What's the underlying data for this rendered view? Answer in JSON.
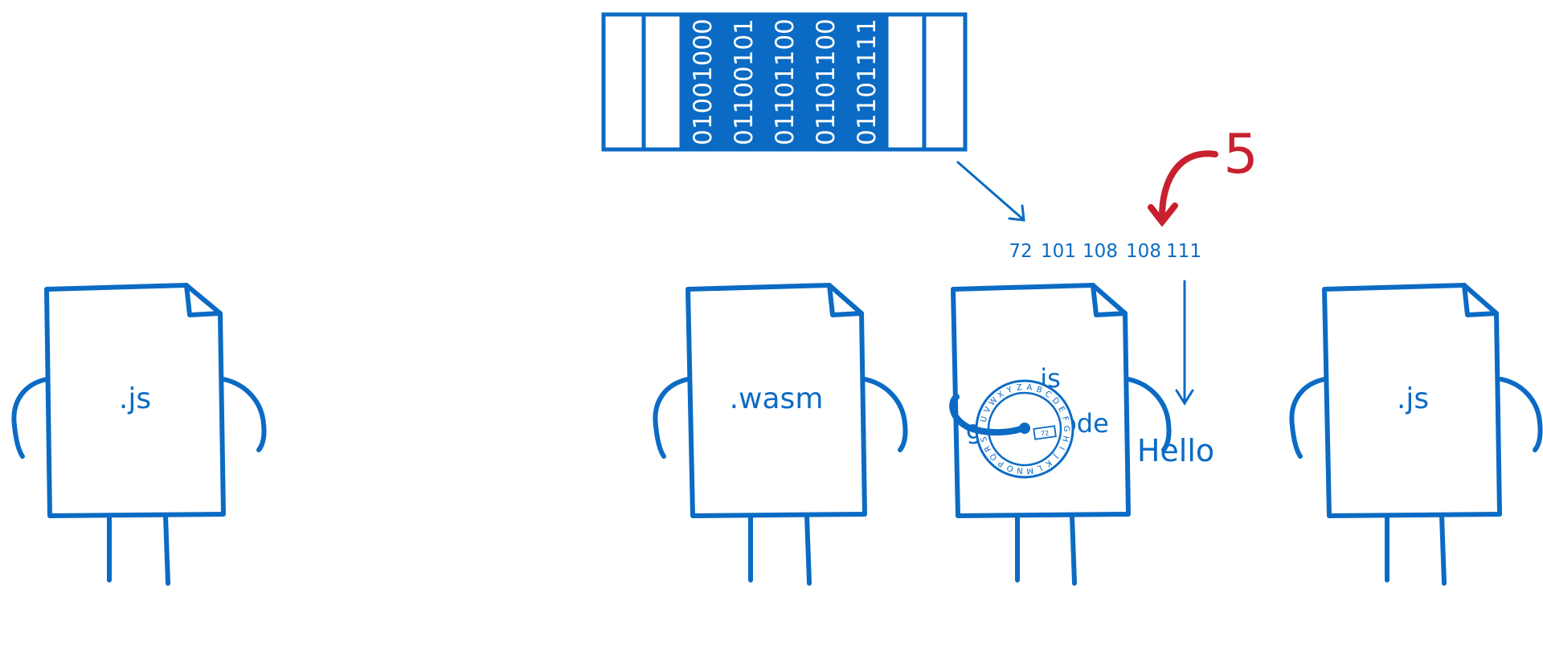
{
  "colors": {
    "ink": "#0b6bc4",
    "memory_fill": "#0b6bc4",
    "accent_red": "#c8202f",
    "background": "#ffffff"
  },
  "memory": {
    "bytes": [
      "01001000",
      "01100101",
      "01101100",
      "01101100",
      "01101111"
    ]
  },
  "decoded_numbers": [
    "72",
    "101",
    "108",
    "108",
    "111"
  ],
  "pointer_label": "5",
  "result_text": "Hello",
  "decoder": {
    "label_top": "js",
    "label_bottom_partial": "ode",
    "label_left_partial": "g",
    "wheel_letters": [
      "X",
      "Y",
      "Z",
      "A",
      "B",
      "C",
      "D",
      "E",
      "F",
      "G",
      "H",
      "I",
      "J",
      "K",
      "L",
      "M",
      "N",
      "O",
      "P",
      "Q",
      "R",
      "S",
      "T",
      "U",
      "V",
      "W"
    ],
    "wheel_window_value": "72"
  },
  "characters": [
    {
      "label": ".js",
      "icon": "js-file-character"
    },
    {
      "label": ".wasm",
      "icon": "wasm-file-character"
    },
    {
      "label": "",
      "icon": "decoder-file-character"
    },
    {
      "label": ".js",
      "icon": "js-file-character"
    }
  ]
}
